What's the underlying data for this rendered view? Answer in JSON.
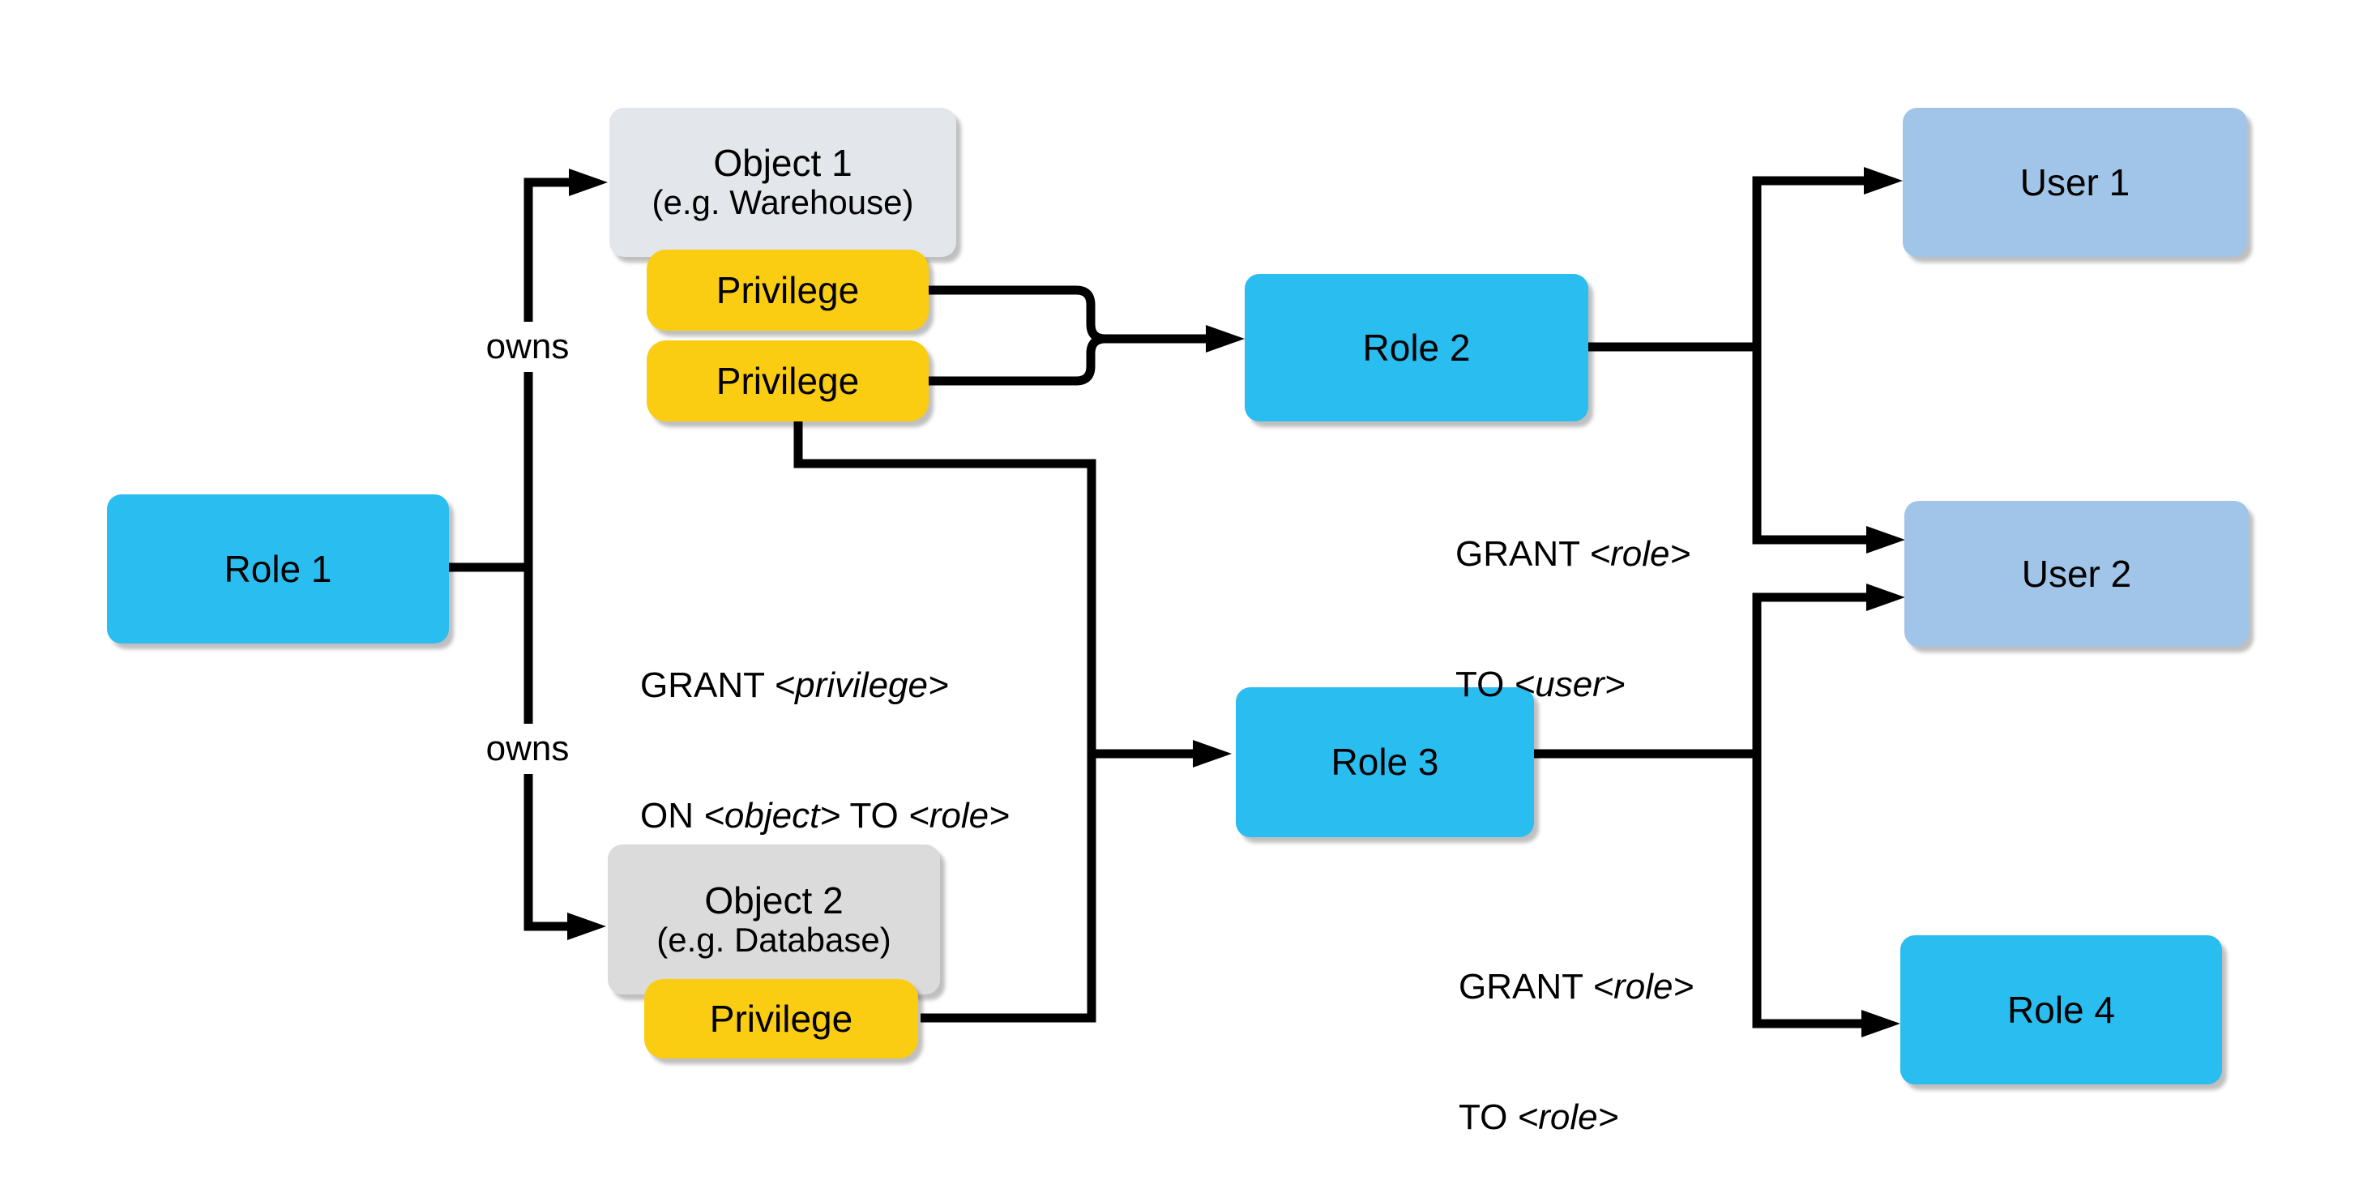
{
  "nodes": {
    "role1": {
      "label": "Role 1"
    },
    "object1": {
      "title": "Object 1",
      "subtitle": "(e.g. Warehouse)"
    },
    "privilege1": {
      "label": "Privilege"
    },
    "privilege2": {
      "label": "Privilege"
    },
    "object2": {
      "title": "Object 2",
      "subtitle": "(e.g. Database)"
    },
    "privilege3": {
      "label": "Privilege"
    },
    "role2": {
      "label": "Role 2"
    },
    "role3": {
      "label": "Role 3"
    },
    "user1": {
      "label": "User 1"
    },
    "user2": {
      "label": "User 2"
    },
    "role4": {
      "label": "Role 4"
    }
  },
  "labels": {
    "owns_top": "owns",
    "owns_bottom": "owns",
    "grant_privilege": {
      "g": "GRANT ",
      "p": "<privilege>",
      "on": "ON ",
      "obj": "<object>",
      "to": " TO ",
      "role": "<role>"
    },
    "grant_role_user": {
      "g": "GRANT ",
      "r": "<role>",
      "to": "TO ",
      "u": "<user>"
    },
    "grant_role_role": {
      "g": "GRANT ",
      "r": "<role>",
      "to": "TO ",
      "r2": "<role>"
    }
  },
  "colors": {
    "role_fill": "#29BDF0",
    "user_fill": "#A0C5E8",
    "privilege_fill": "#FACD12",
    "object1_fill": "#E3E6EA",
    "object2_fill": "#DBDBDB",
    "edge_line": "#000000",
    "background": "#FFFFFF",
    "text": "#000000"
  }
}
